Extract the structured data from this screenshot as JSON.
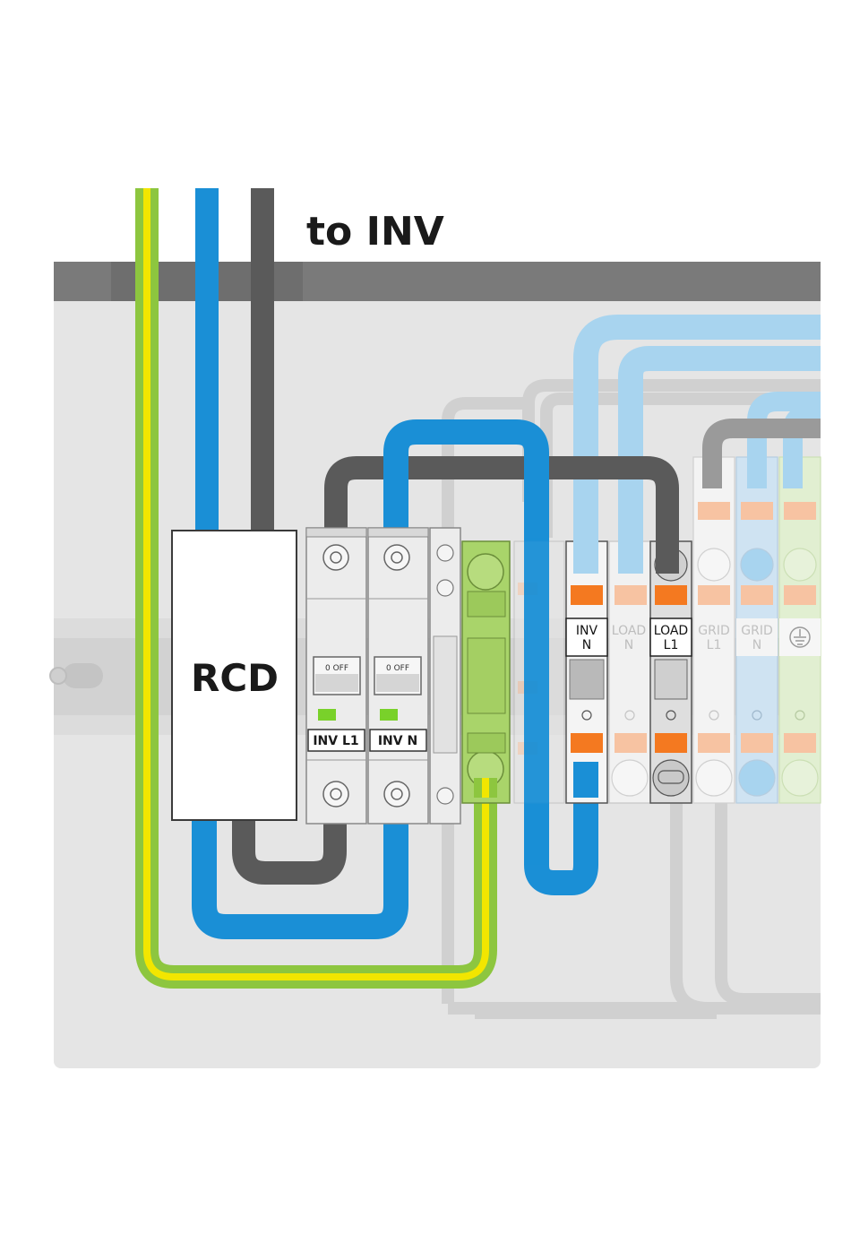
{
  "header": {
    "title": "to INV"
  },
  "rcd": {
    "label": "RCD"
  },
  "breakers": [
    {
      "label": "INV L1",
      "switch_text": "0 OFF"
    },
    {
      "label": "INV N",
      "switch_text": "0 OFF"
    }
  ],
  "terminals": [
    {
      "line1": "INV",
      "line2": "N",
      "state": "active",
      "color": "#ffffff"
    },
    {
      "line1": "LOAD",
      "line2": "N",
      "state": "faded",
      "color": "#f1f1f1"
    },
    {
      "line1": "LOAD",
      "line2": "L1",
      "state": "active",
      "color": "#e0e0e0"
    },
    {
      "line1": "GRID",
      "line2": "L1",
      "state": "faded",
      "color": "#f3f3f3"
    },
    {
      "line1": "GRID",
      "line2": "N",
      "state": "faded",
      "color": "#cfe3f2"
    },
    {
      "line1": "",
      "line2": "",
      "state": "faded",
      "color": "#e1efd1",
      "icon": "ground-icon"
    }
  ],
  "colors": {
    "wire_blue": "#1a8fd6",
    "wire_blue_faded": "#a8d4ef",
    "wire_gray": "#5a5a5a",
    "wire_pe_green": "#8dc63f",
    "wire_pe_yellow": "#f2e600",
    "panel": "#e5e5e5",
    "top_bar": "#7a7a7a",
    "orange_lever": "#f47920",
    "orange_faded": "#f7c3a2",
    "indicator_green": "#79d12a"
  }
}
